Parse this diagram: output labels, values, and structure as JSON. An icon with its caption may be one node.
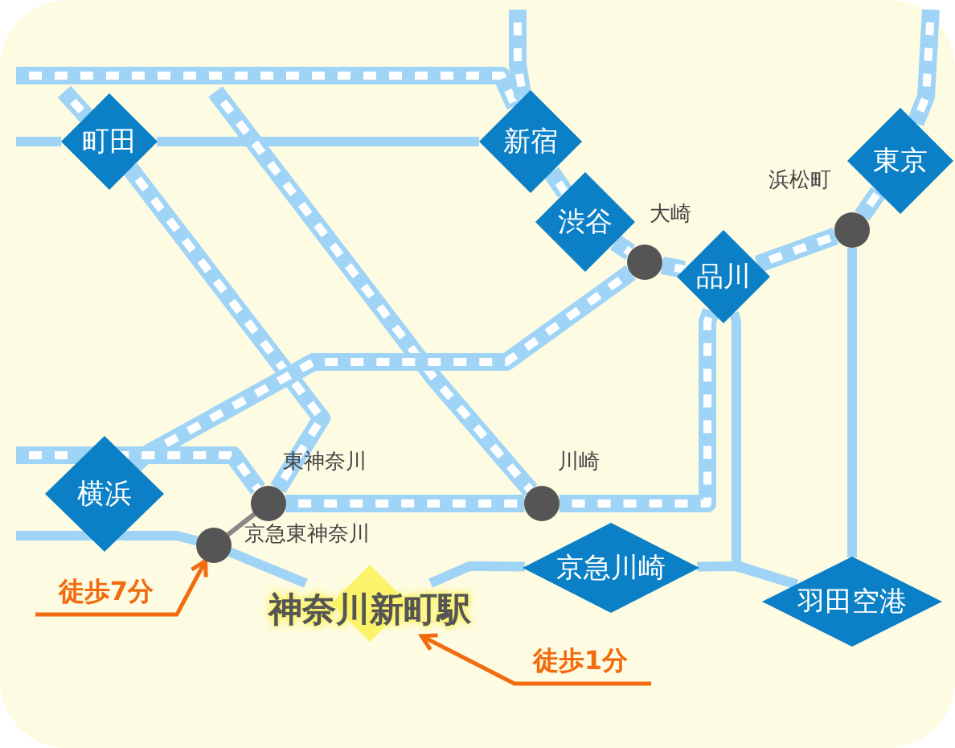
{
  "diagram": {
    "nodes": [
      {
        "text": [
          "町田"
        ]
      },
      {
        "text": [
          "新宿"
        ]
      },
      {
        "text": [
          "東京"
        ]
      },
      {
        "text": [
          "渋谷"
        ]
      },
      {
        "text": [],
        "shape": "circle"
      },
      {
        "text": [],
        "shape": "circle"
      },
      {
        "text": [
          "品川"
        ]
      },
      {
        "text": [
          "横浜"
        ]
      },
      {
        "text": [],
        "shape": "circle",
        "beside": [
          "東神奈川"
        ]
      },
      {
        "text": [],
        "shape": "circle",
        "beside": [
          "川崎"
        ]
      },
      {
        "text": [],
        "shape": "circle",
        "beside": [
          "京急東神奈川"
        ]
      },
      {
        "text": [
          "京急川崎"
        ]
      },
      {
        "text": [
          "神奈川新町駅"
        ]
      },
      {
        "text": [
          "羽田空港"
        ]
      },
      {
        "text": [
          "徒歩7分"
        ]
      },
      {
        "text": [
          "徒歩1分"
        ]
      }
    ],
    "edges": [
      {
        "from": 0,
        "to": 1,
        "arrow": "none"
      },
      {
        "from": null,
        "to": 0,
        "arrow": "none"
      },
      {
        "from": null,
        "to": 1,
        "arrow": "none",
        "style": "dashed"
      },
      {
        "from": 0,
        "to": 8,
        "arrow": "none",
        "style": "dashed"
      },
      {
        "from": null,
        "to": 9,
        "arrow": "none",
        "style": "dashed"
      },
      {
        "from": 1,
        "to": 3,
        "arrow": "none",
        "style": "dashed"
      },
      {
        "from": 3,
        "to": 5,
        "arrow": "none",
        "style": "dashed"
      },
      {
        "from": 5,
        "to": 6,
        "arrow": "none",
        "style": "dashed"
      },
      {
        "from": 6,
        "to": 4,
        "arrow": "none",
        "style": "dashed"
      },
      {
        "from": 4,
        "to": 2,
        "arrow": "none",
        "style": "dashed"
      },
      {
        "from": 2,
        "to": null,
        "arrow": "none",
        "style": "dashed"
      },
      {
        "from": 5,
        "to": 7,
        "arrow": "none",
        "style": "dashed"
      },
      {
        "from": null,
        "to": 7,
        "arrow": "none",
        "style": "dashed"
      },
      {
        "from": 7,
        "to": 8,
        "arrow": "none",
        "style": "dashed"
      },
      {
        "from": 8,
        "to": 9,
        "arrow": "none",
        "style": "dashed"
      },
      {
        "from": 9,
        "to": 6,
        "arrow": "none",
        "style": "dashed"
      },
      {
        "from": null,
        "to": 10,
        "arrow": "none"
      },
      {
        "from": 8,
        "to": 10,
        "arrow": "none",
        "color": "#888888"
      },
      {
        "from": 10,
        "to": 12,
        "arrow": "none"
      },
      {
        "from": 12,
        "to": 11,
        "arrow": "none"
      },
      {
        "from": 11,
        "to": 13,
        "arrow": "none"
      },
      {
        "from": 6,
        "to": 13,
        "arrow": "none"
      },
      {
        "from": 4,
        "to": 13,
        "arrow": "none"
      },
      {
        "from": 14,
        "to": 10,
        "arrow": "to",
        "color": "#f26b0f"
      },
      {
        "from": 15,
        "to": 12,
        "arrow": "to",
        "color": "#f26b0f"
      },
      {
        "from": null,
        "to": 1,
        "arrow": "none",
        "style": "dashed"
      },
      {
        "from": null,
        "to": 0,
        "arrow": "none",
        "style": "dashed"
      }
    ],
    "labels": [
      "浜松町",
      "大崎"
    ]
  }
}
